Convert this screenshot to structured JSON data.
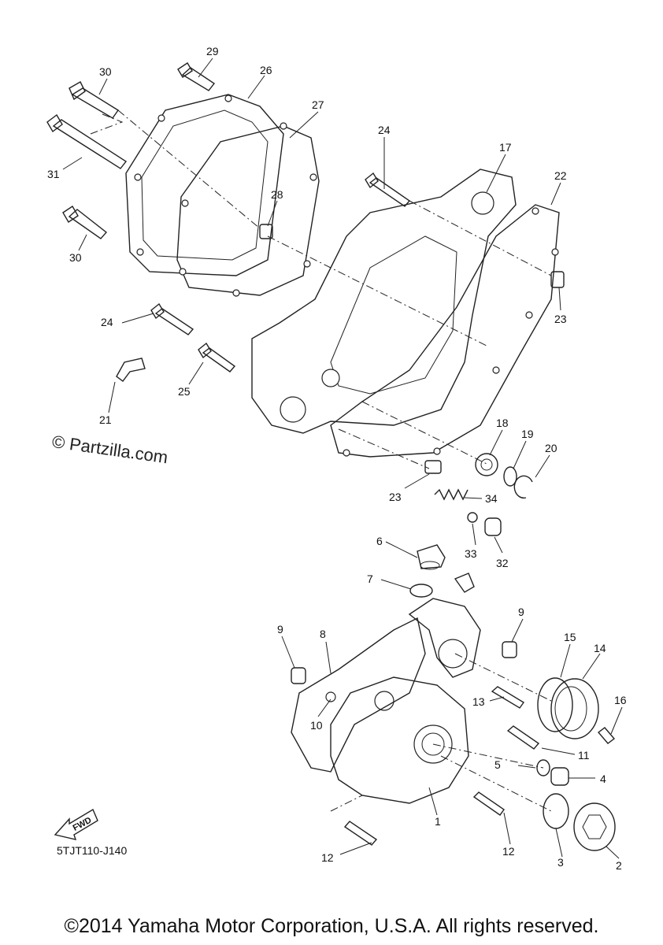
{
  "watermark": "© Partzilla.com",
  "reference_code": "5TJT110-J140",
  "copyright": "©2014 Yamaha Motor Corporation, U.S.A. All rights reserved.",
  "fwd_label": "FWD",
  "callouts": {
    "c30a": "30",
    "c29": "29",
    "c26": "26",
    "c27": "27",
    "c31": "31",
    "c30b": "30",
    "c28": "28",
    "c24a": "24",
    "c17": "17",
    "c22": "22",
    "c23a": "23",
    "c24b": "24",
    "c25": "25",
    "c21": "21",
    "c18": "18",
    "c19": "19",
    "c20": "20",
    "c23b": "23",
    "c34": "34",
    "c33": "33",
    "c32": "32",
    "c6": "6",
    "c7": "7",
    "c9a": "9",
    "c8": "8",
    "c9b": "9",
    "c15": "15",
    "c14": "14",
    "c16": "16",
    "c13": "13",
    "c10": "10",
    "c11": "11",
    "c5": "5",
    "c4": "4",
    "c1": "1",
    "c3": "3",
    "c2": "2",
    "c12a": "12",
    "c12b": "12"
  }
}
